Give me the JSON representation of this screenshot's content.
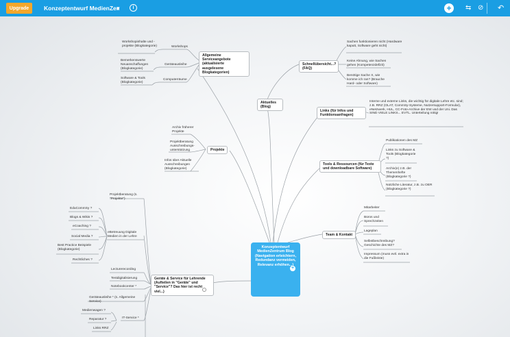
{
  "toolbar": {
    "upgrade_label": "Upgrade",
    "title": "Konzeptentwurf MedienZentrum...",
    "dropdown_glyph": "▾",
    "info_glyph": "i",
    "add_glyph": "+",
    "share_glyph": "⇆",
    "block_glyph": "⊘",
    "undo_glyph": "↶"
  },
  "center": {
    "text": "Konzeptentwurf MedienZentrum Blog (Navigation erleichtern, Redundanz vermeiden, Relevanz erhöhen...)",
    "plus_glyph": "+"
  },
  "right": {
    "aktuelles": "Aktuelles (Blog)",
    "faq": {
      "label": "Schnellübersicht...? (FAQ)",
      "items": [
        "Sachen funktionieren nicht (Hardware kaputt, Software geht nicht)",
        "Keine Ahnung, wie Sachen gehen (Kompetenzdefizit)",
        "Benötige Sache X, wie komme ich ran? (Brauche Hard- oder Software)"
      ]
    },
    "links": {
      "label": "Links (für Infos und Funktionsanfragen)",
      "items": [
        "Interne und externe Links, die wichtig für digitale Lehre etc. sind; z.B. RRZ (OLAT, CommSy-Systeme, Nutzersupport-Formular), eNetzwerk, HUL, CC-Foto-Archive der EW und der Uni. Das SIND VIELE LINKS... EVTL. Unterteilung nötig!"
      ]
    },
    "tools": {
      "label": "Tools & Ressourcen (für Texte und downloadbare Software)",
      "items": [
        "Publikationen des MZ",
        "Links zu Software & Tools (Blogkategorie ?)",
        "Archiv(e) z.B. der Themenhefte (Blogkategorie ?)",
        "Nützliche Literatur, z.B. zu OER (Blogkategorie ?)"
      ]
    },
    "team": {
      "label": "Team & Kontakt",
      "items": [
        "Mitarbeiter",
        "Büros und Sprechzeiten",
        "Lageplan",
        "Selbstbeschreibung? Geschichte des MZ?",
        "Impressum (muss evtl. extra in die Fußleiste)"
      ]
    }
  },
  "left": {
    "allgemeine": {
      "label": "Allgemeine Serviceangebote (aktualisierte ausgelesene Blogkategorien)",
      "sub": [
        "Workshops",
        "Geräteausleihe",
        "Computerräume"
      ],
      "leaves": [
        "Workshopinhalte und -projekte (Blogkategorie)",
        "Bemerkenswerte Neuanschaffungen (Blogkategorie)",
        "Software & Tools (Blogkategorie)"
      ]
    },
    "projekte": {
      "label": "Projekte",
      "items": [
        "Archiv früherer Projekte",
        "Projektberatung Ausschreibungs-unterstützung",
        "Infos über Aktuelle Ausschreibungen (Blogkategorie)"
      ]
    },
    "geraete": {
      "label": "Geräte & Service für Lehrende (Aufteilen in \"Geräte\" und \"Service\"? Das hier ist recht viel...)",
      "projektberatung": "Projektberatung (s. \"Projekte\")",
      "ebetreuung": "eBetreuung Digitale Medien in der Lehre",
      "ebetreuung_items": [
        "EduCommSy ?",
        "Blogs & Wikis ?",
        "eCoaching ?",
        "Social Media ?",
        "Best Practice Beispiele (Blogkategorie)",
        "Rechtliches ?"
      ],
      "others": [
        "Lecturerecording",
        "Testdigitalisierung",
        "Notebookcenter *",
        "Geräteausleihe * (s. Allgemeine Service)"
      ],
      "itservice": "IT-Service *",
      "itservice_items": [
        "Medienwagen ?",
        "Reparatur ?",
        "Links RRZ"
      ]
    }
  }
}
